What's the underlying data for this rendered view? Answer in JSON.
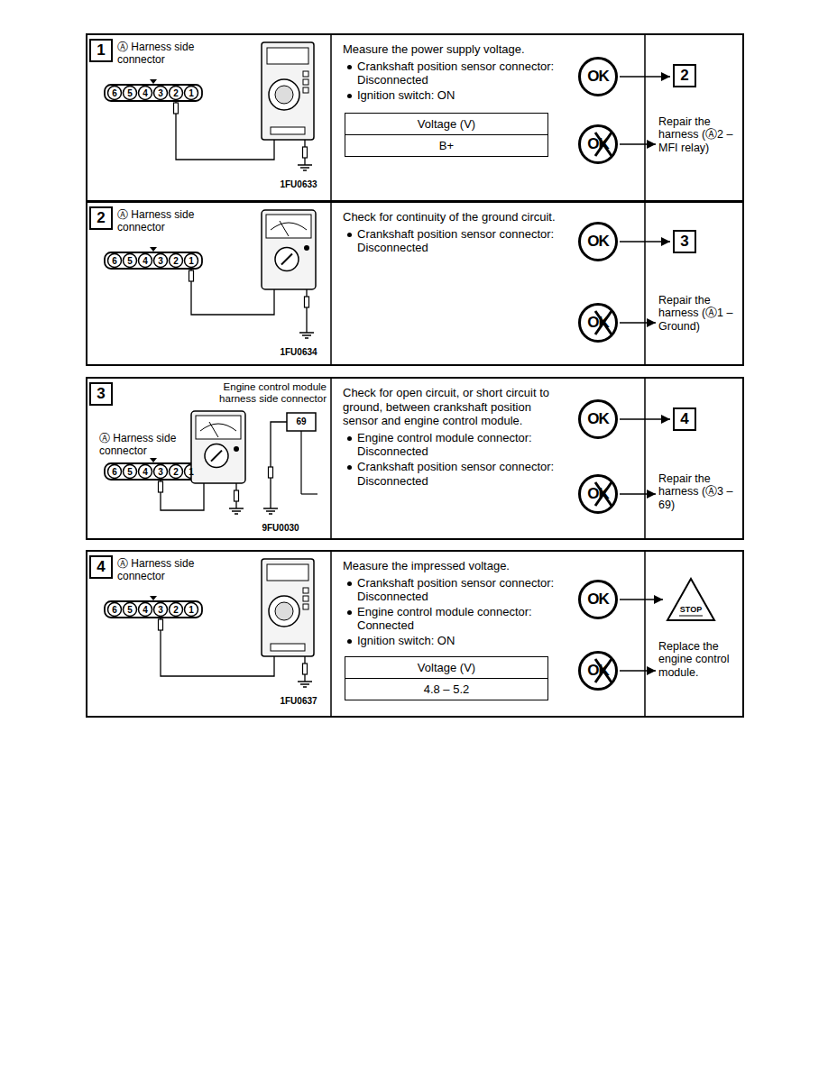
{
  "diagram": {
    "nodes": [
      {
        "text": [
          "Measure the power supply voltage.",
          "Crankshaft position sensor connector: Disconnected",
          "Ignition switch: ON"
        ]
      },
      {
        "text": [
          "1"
        ],
        "in": 0
      },
      {
        "text": [
          "Voltage (V)",
          "B+"
        ],
        "in": 0
      },
      {
        "text": [
          "OK"
        ],
        "in": 0
      },
      {
        "text": [
          "OK"
        ],
        "in": 0
      },
      {
        "text": [
          "2"
        ],
        "in": 0
      },
      {
        "text": [
          "Repair the harness (Ⓐ2 – MFI relay)"
        ],
        "in": 0
      },
      {
        "text": [
          "Check for continuity of the ground circuit.",
          "Crankshaft position sensor connector: Disconnected"
        ]
      },
      {
        "text": [
          "2"
        ],
        "in": 7
      },
      {
        "text": [
          "OK"
        ],
        "in": 7
      },
      {
        "text": [
          "OK"
        ],
        "in": 7
      },
      {
        "text": [
          "3"
        ],
        "in": 7
      },
      {
        "text": [
          "Repair the harness (Ⓐ1 – Ground)"
        ],
        "in": 7
      },
      {
        "text": [
          "Check for open circuit, or short circuit to ground, between crankshaft position sensor and engine control module.",
          "Engine control module connector: Disconnected",
          "Crankshaft position sensor connector: Disconnected"
        ]
      },
      {
        "text": [
          "3"
        ],
        "in": 13
      },
      {
        "text": [
          "OK"
        ],
        "in": 13
      },
      {
        "text": [
          "OK"
        ],
        "in": 13
      },
      {
        "text": [
          "4"
        ],
        "in": 13
      },
      {
        "text": [
          "Repair the harness (Ⓐ3 – 69)"
        ],
        "in": 13
      },
      {
        "text": [
          "Measure the impressed voltage.",
          "Crankshaft position sensor connector: Disconnected",
          "Engine control module connector: Connected",
          "Ignition switch: ON"
        ]
      },
      {
        "text": [
          "4"
        ],
        "in": 19
      },
      {
        "text": [
          "Voltage (V)",
          "4.8 – 5.2"
        ],
        "in": 19
      },
      {
        "text": [
          "OK"
        ],
        "in": 19
      },
      {
        "text": [
          "OK"
        ],
        "in": 19
      },
      {
        "text": [
          "STOP"
        ],
        "in": 19
      },
      {
        "text": [
          "Replace the engine control module."
        ],
        "in": 19
      }
    ],
    "edges": [
      {
        "from": 3,
        "to": 5,
        "arrow": "to"
      },
      {
        "from": 4,
        "to": 6,
        "arrow": "to"
      },
      {
        "from": 9,
        "to": 11,
        "arrow": "to"
      },
      {
        "from": 10,
        "to": 12,
        "arrow": "to"
      },
      {
        "from": 15,
        "to": 17,
        "arrow": "to"
      },
      {
        "from": 16,
        "to": 18,
        "arrow": "to"
      },
      {
        "from": 22,
        "to": 24,
        "arrow": "to"
      },
      {
        "from": 23,
        "to": 25,
        "arrow": "to"
      }
    ],
    "labels": [
      "Ⓐ Harness side connector",
      "6",
      "5",
      "4",
      "3",
      "2",
      "1",
      "1FU0633",
      "Ⓐ Harness side connector",
      "6",
      "5",
      "4",
      "3",
      "2",
      "1",
      "1FU0634",
      "Engine control module harness side connector",
      "Ⓐ Harness side connector",
      "6",
      "5",
      "4",
      "3",
      "2",
      "1",
      "69",
      "9FU0030",
      "Ⓐ Harness side connector",
      "6",
      "5",
      "4",
      "3",
      "2",
      "1",
      "1FU0637"
    ]
  }
}
